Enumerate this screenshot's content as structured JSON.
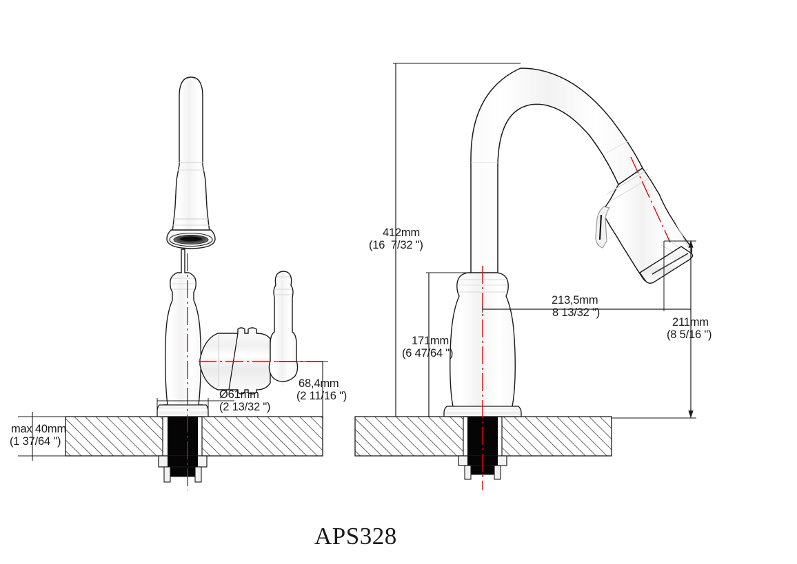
{
  "drawing": {
    "title": "APS328",
    "type": "technical-dimension-drawing",
    "subject": "pull-down kitchen faucet",
    "colors": {
      "outline": "#1a1a1a",
      "dimension_line": "#1a1a1a",
      "centerline": "#ee0000",
      "hatch": "#333333",
      "shank": "#000000",
      "background": "#ffffff"
    },
    "views": [
      {
        "name": "front-view",
        "label": ""
      },
      {
        "name": "side-view",
        "label": ""
      }
    ]
  },
  "dimensions": {
    "counter_thickness": {
      "name": "max-counter-thickness",
      "mm": "max 40mm",
      "inch": "(1 37/64 \")",
      "view": "front-view"
    },
    "base_diameter": {
      "name": "base-diameter",
      "mm": "Ø61mm",
      "inch": "(2 13/32 \")",
      "view": "front-view"
    },
    "handle_height": {
      "name": "handle-height-above-deck",
      "mm": "68,4mm",
      "inch": "(2 11/16 \")",
      "view": "front-view"
    },
    "overall_height": {
      "name": "overall-height",
      "mm": "412mm",
      "inch": "(16  7/32 \")",
      "view": "side-view"
    },
    "body_height": {
      "name": "body-column-height",
      "mm": "171mm",
      "inch": "(6 47/64 \")",
      "view": "side-view"
    },
    "spout_reach": {
      "name": "spout-reach",
      "mm": "213,5mm",
      "inch": "8 13/32 \")",
      "view": "side-view"
    },
    "spout_height": {
      "name": "spout-outlet-height",
      "mm": "211mm",
      "inch": "(8 5/16 \")",
      "view": "side-view"
    }
  }
}
